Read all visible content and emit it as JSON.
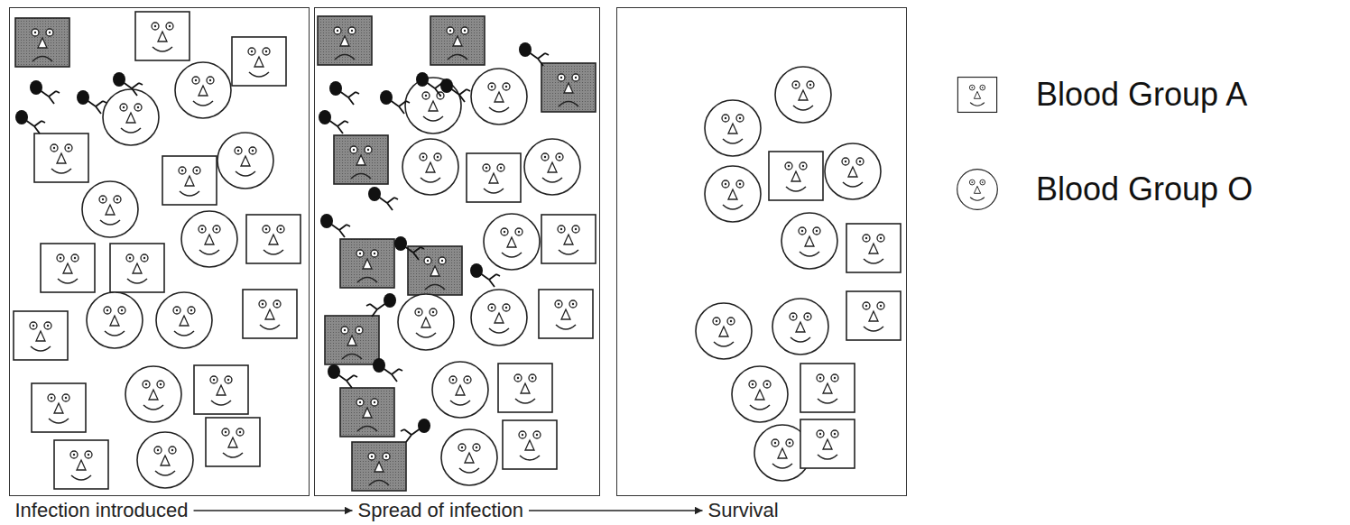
{
  "diagram": {
    "nodes": [
      {
        "text": [
          "Infection introduced"
        ]
      },
      {
        "text": [
          "Spread of infection"
        ]
      },
      {
        "text": [
          "Survival"
        ]
      }
    ],
    "edges": [
      {
        "from": 0,
        "to": 1,
        "arrow": "to"
      },
      {
        "from": 1,
        "to": 2,
        "arrow": "to"
      }
    ],
    "legend": [
      {
        "text": "Blood Group A"
      },
      {
        "text": "Blood Group O"
      }
    ]
  }
}
